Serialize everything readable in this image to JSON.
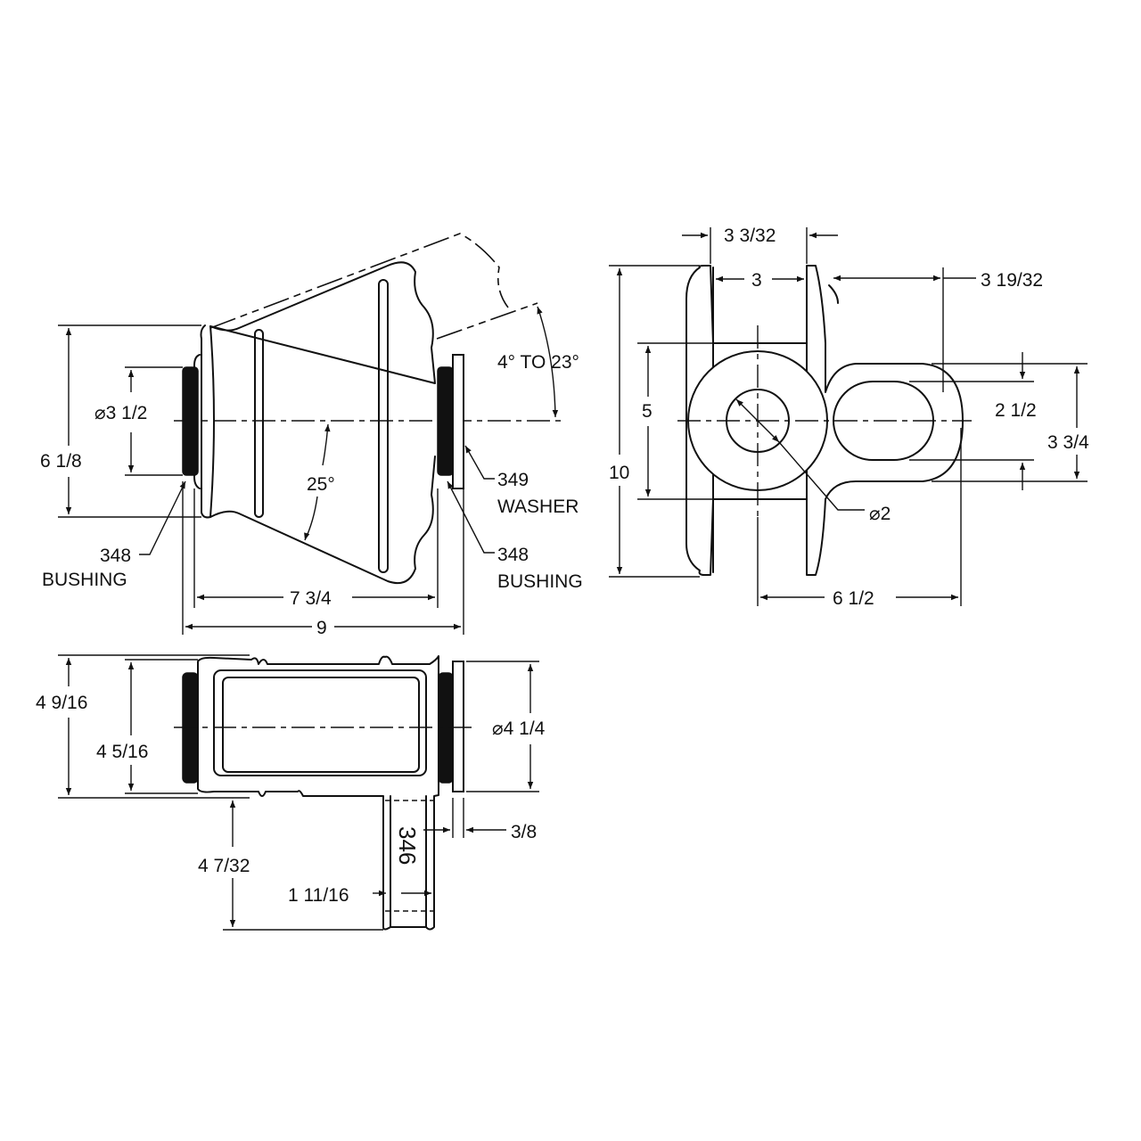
{
  "front_view": {
    "dim_height": "6 1/8",
    "dim_bushing_dia": "⌀3 1/2",
    "dim_angle_range": "4° TO 23°",
    "dim_taper_angle": "25°",
    "dim_body_length": "7 3/4",
    "dim_overall_length": "9",
    "callout_left_num": "348",
    "callout_left_name": "BUSHING",
    "callout_washer_num": "349",
    "callout_washer_name": "WASHER",
    "callout_right_num": "348",
    "callout_right_name": "BUSHING"
  },
  "end_view": {
    "dim_flange_outer": "3 3/32",
    "dim_flange_inner": "3",
    "dim_eye_offset": "3 19/32",
    "dim_bore_spacing": "5",
    "dim_overall_height": "10",
    "dim_slot_width": "2 1/2",
    "dim_eye_height": "3 3/4",
    "dim_bore_dia": "⌀2",
    "dim_eye_length": "6 1/2"
  },
  "bottom_view": {
    "dim_outer_height": "4 9/16",
    "dim_inner_height": "4 5/16",
    "dim_washer_dia": "⌀4 1/4",
    "dim_washer_thickness": "3/8",
    "dim_tab_offset": "4 7/32",
    "dim_tab_width": "1 11/16",
    "part_number": "346"
  }
}
